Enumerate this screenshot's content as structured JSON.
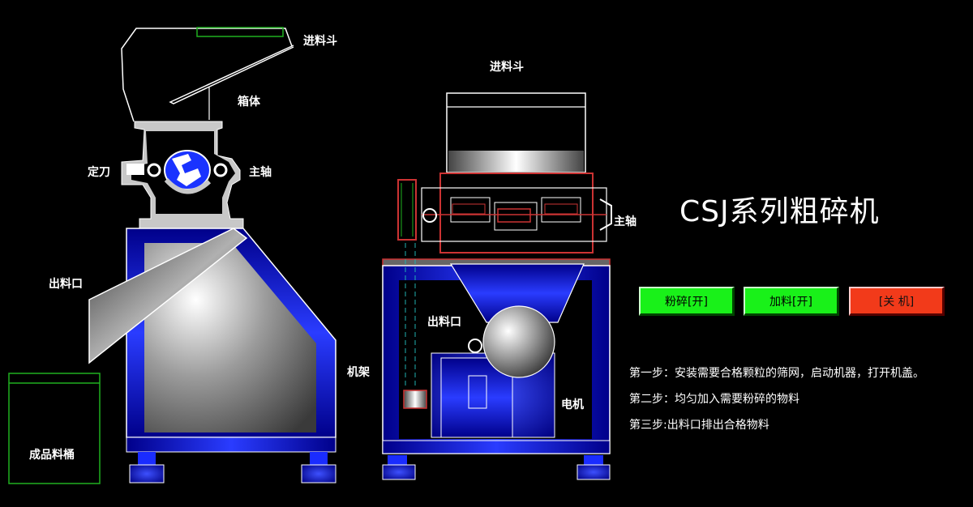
{
  "title": "CSJ系列粗碎机",
  "left_view": {
    "hopper_label": "进料斗",
    "body_label": "箱体",
    "fixed_blade_label": "定刀",
    "shaft_label": "主轴",
    "outlet_label": "出料口",
    "bin_label": "成品料桶"
  },
  "right_view": {
    "hopper_label": "进料斗",
    "shaft_label": "主轴",
    "outlet_label": "出料口",
    "frame_label": "机架",
    "motor_label": "电机"
  },
  "buttons": {
    "crush": "粉碎[开]",
    "feed": "加料[开]",
    "shutdown": "[关 机]"
  },
  "steps": [
    "第一步：安装需要合格颗粒的筛网，启动机器，打开机盖。",
    "第二步：均匀加入需要粉碎的物料",
    "第三步:出料口排出合格物料"
  ],
  "colors": {
    "background": "#000000",
    "frame_blue": "#0a14d8",
    "button_green": "#19f119",
    "button_red": "#f23a1a",
    "outline_green": "#20b020"
  }
}
